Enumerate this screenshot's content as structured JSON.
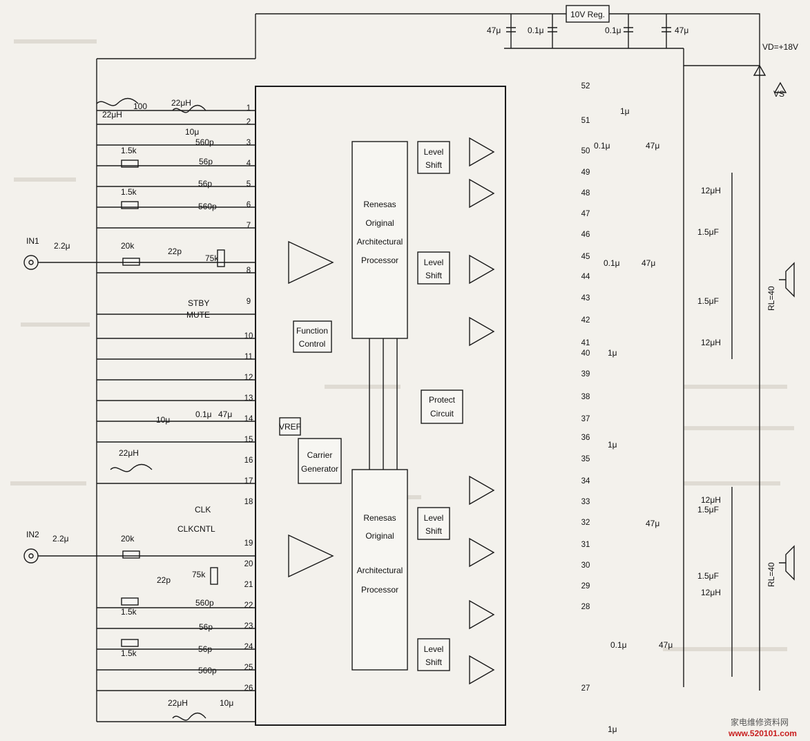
{
  "regulator": "10V Reg.",
  "supply": {
    "vd": "VD=+18V",
    "vs": "VS"
  },
  "inputs": [
    {
      "label": "IN1",
      "cap": "2.2μ",
      "res": "20k"
    },
    {
      "label": "IN2",
      "cap": "2.2μ",
      "res": "20k"
    }
  ],
  "controls": {
    "stby": "STBY",
    "mute": "MUTE",
    "clk": "CLK",
    "clkcntl": "CLKCNTL"
  },
  "blocks": {
    "processor": [
      "Renesas",
      "Original",
      "Architectural",
      "Processor"
    ],
    "level_shift": [
      "Level",
      "Shift"
    ],
    "function_control": [
      "Function",
      "Control"
    ],
    "protect": [
      "Protect",
      "Circuit"
    ],
    "carrier": [
      "Carrier",
      "Generator"
    ],
    "vref": "VREF"
  },
  "pins_left": [
    "1",
    "2",
    "3",
    "4",
    "5",
    "6",
    "7",
    "8",
    "9",
    "10",
    "11",
    "12",
    "13",
    "14",
    "15",
    "16",
    "17",
    "18",
    "19",
    "20",
    "21",
    "22",
    "23",
    "24",
    "25",
    "26"
  ],
  "pins_right": [
    "52",
    "51",
    "50",
    "49",
    "48",
    "47",
    "46",
    "45",
    "44",
    "43",
    "42",
    "41",
    "40",
    "39",
    "38",
    "37",
    "36",
    "35",
    "34",
    "33",
    "32",
    "31",
    "30",
    "29",
    "28",
    "27"
  ],
  "components": {
    "inductor_22u": "22μH",
    "res_100": "100",
    "cap_10u": "10μ",
    "cap_560p": "560p",
    "cap_56p": "56p",
    "res_1_5k": "1.5k",
    "cap_22p": "22p",
    "res_75k": "75k",
    "cap_0_1u": "0.1μ",
    "cap_47u": "47μ",
    "cap_47u_top": "47μ",
    "cap_1u": "1μ",
    "out_inductor": "12μH",
    "out_cap": "1.5μF",
    "load": "RL=40"
  },
  "watermark": {
    "name": "家电维修资料网",
    "url": "www.520101.com"
  }
}
